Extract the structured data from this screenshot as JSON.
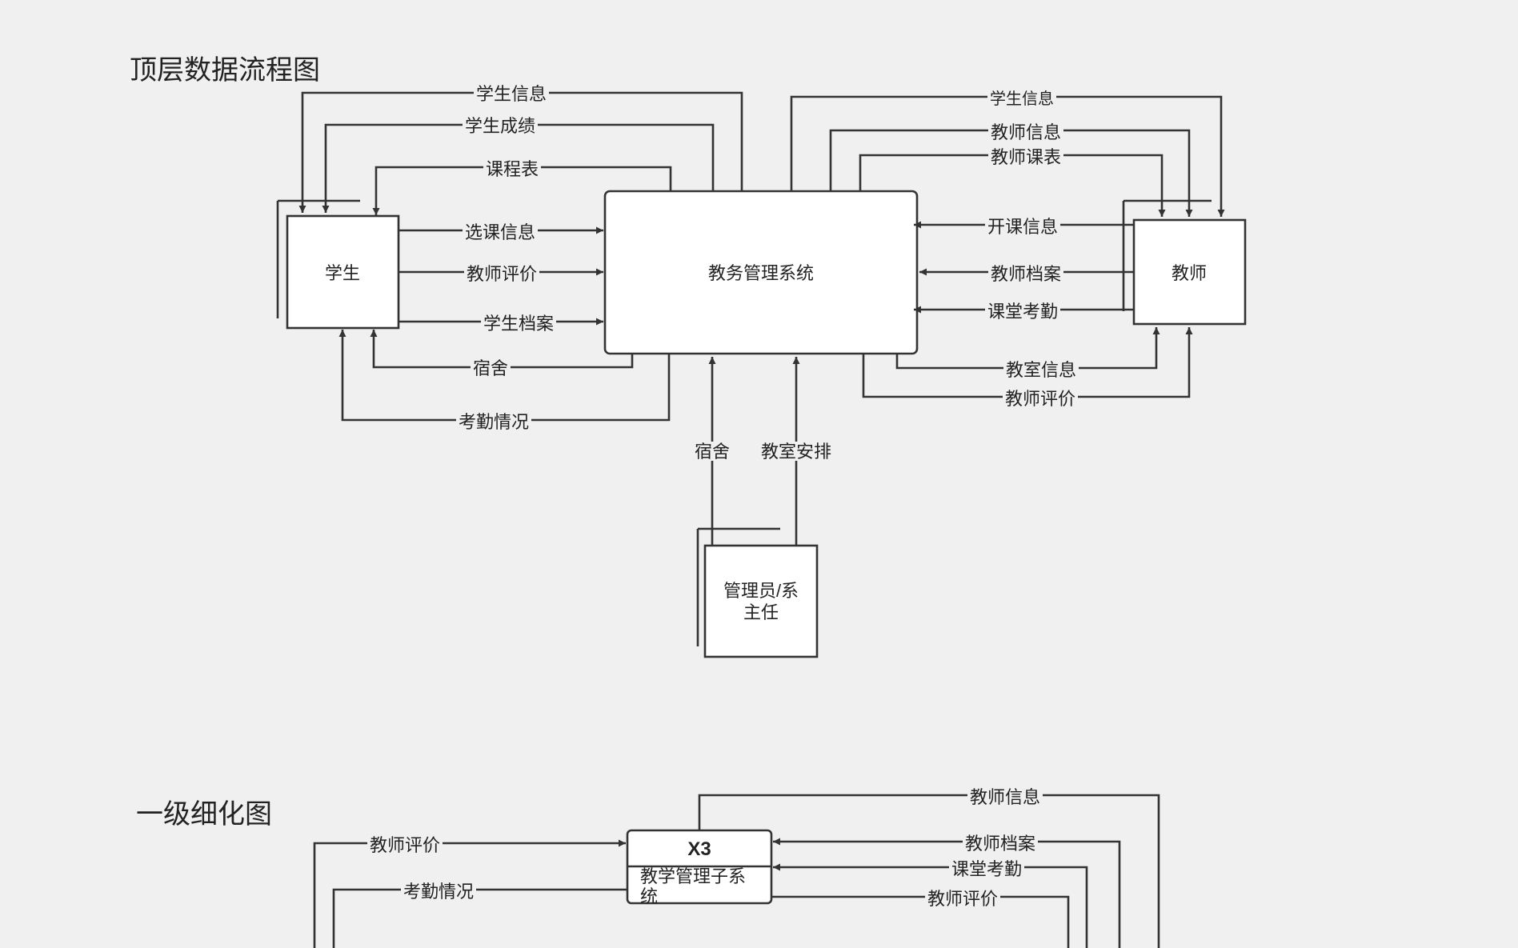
{
  "titles": {
    "top": "顶层数据流程图",
    "level1": "一级细化图"
  },
  "nodes": {
    "student": "学生",
    "system": "教务管理系统",
    "teacher": "教师",
    "admin_line1": "管理员/系",
    "admin_line2": "主任",
    "x3_id": "X3",
    "x3_line1": "教学管理子系",
    "x3_line2": "统"
  },
  "flows": {
    "top_student_info": "学生信息",
    "top_student_grades": "学生成绩",
    "top_schedule": "课程表",
    "top_course_select": "选课信息",
    "top_teacher_eval": "教师评价",
    "top_student_file": "学生档案",
    "top_dorm": "宿舍",
    "top_attendance": "考勤情况",
    "top_t_student_info": "学生信息",
    "top_t_teacher_info": "教师信息",
    "top_t_teacher_schedule": "教师课表",
    "top_t_course_open": "开课信息",
    "top_t_teacher_file": "教师档案",
    "top_t_class_attendance": "课堂考勤",
    "top_t_classroom_info": "教室信息",
    "top_t_teacher_eval": "教师评价",
    "top_a_dorm": "宿舍",
    "top_a_classroom": "教室安排",
    "l1_teacher_eval_left": "教师评价",
    "l1_attendance_left": "考勤情况",
    "l1_teacher_info": "教师信息",
    "l1_teacher_file": "教师档案",
    "l1_class_attendance": "课堂考勤",
    "l1_teacher_eval_right": "教师评价"
  }
}
